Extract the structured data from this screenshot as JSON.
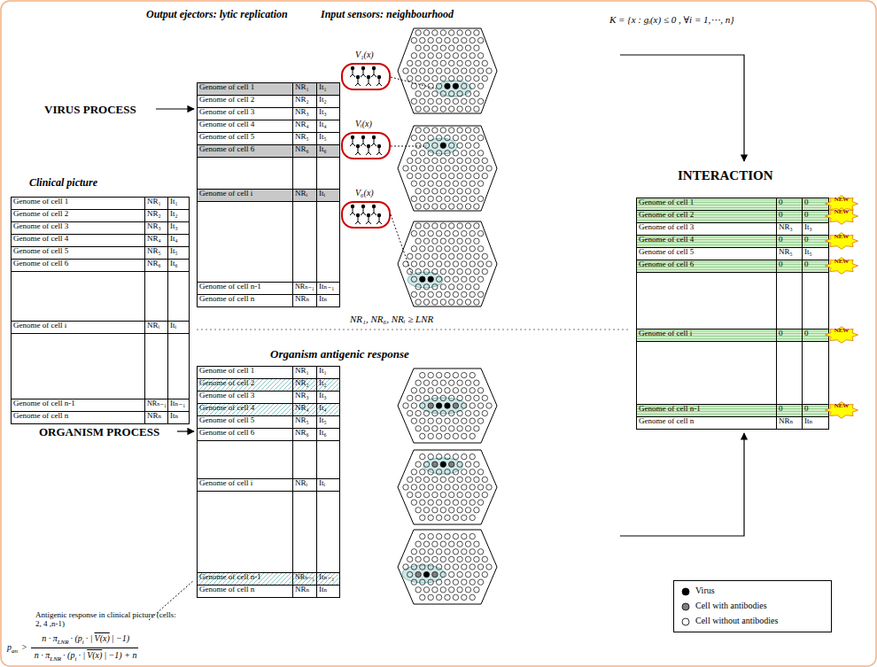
{
  "diagram": {
    "nodes": [
      {
        "text": [
          "Clinical picture"
        ]
      },
      {
        "text": [
          "Output ejectors: lytic replication"
        ]
      },
      {
        "text": [
          "INTERACTION"
        ]
      },
      {
        "text": [
          "Organism antigenic response"
        ]
      },
      {
        "text": [
          "NEW"
        ]
      },
      {
        "text": [
          "NEW"
        ]
      },
      {
        "text": [
          "NEW"
        ]
      },
      {
        "text": [
          "NEW"
        ]
      },
      {
        "text": [
          "NEW"
        ]
      },
      {
        "text": [
          "NEW"
        ]
      }
    ],
    "labels": [
      "VIRUS PROCESS",
      "ORGANISM PROCESS",
      "Input sensors: neighbourhood",
      "K = {x : gᵢ(x) ≤ 0 , ∀i = 1,⋯, n}",
      "V₁(x)",
      "Vᵢ(x)",
      "V₆(x)",
      "NR₁, NR₆, NRᵢ ≥ LNR",
      "Antigenic response in clinical picture (cells: 2, 4 ,n-1)",
      "p",
      "an",
      ">",
      "n · π",
      "LNR",
      "· (p",
      "i",
      "· |",
      "V(x)",
      "| −1)",
      "n · π",
      "LNR",
      "· (p",
      "i",
      "· |",
      "V(x)",
      "| −1) + n",
      "Genome of cell 1",
      "NR₁",
      "It₁",
      "Genome of cell 2",
      "NR₂",
      "It₂",
      "Genome of cell 3",
      "NR₃",
      "It₃",
      "Genome of cell 4",
      "NR₄",
      "It₄",
      "Genome of cell 5",
      "NR₅",
      "It₅",
      "Genome of cell 6",
      "NR₆",
      "It₆",
      "Genome of cell i",
      "NRᵢ",
      "Itᵢ",
      "Genome of cell n-1",
      "NRₙ₋₁",
      "Itₙ₋₁",
      "Genome of cell n",
      "NRₙ",
      "Itₙ",
      "Genome of cell 1",
      "NR₁",
      "It₁",
      "Genome of cell 2",
      "NR₂",
      "It₂",
      "Genome of cell 3",
      "NR₃",
      "It₃",
      "Genome of cell 4",
      "NR₄",
      "It₄",
      "Genome of cell 5",
      "NR₅",
      "It₅",
      "Genome of cell 6",
      "NR₆",
      "It₆",
      "Genome of cell i",
      "NRᵢ",
      "Itᵢ",
      "Genome of cell n-1",
      "NRₙ₋₁",
      "Itₙ₋₁",
      "Genome of cell n",
      "NRₙ",
      "Itₙ",
      "Genome of cell 1",
      "0",
      "0",
      "Genome of cell 2",
      "0",
      "0",
      "Genome of cell 3",
      "NR₃",
      "It₃",
      "Genome of cell 4",
      "0",
      "0",
      "Genome of cell 5",
      "NR₅",
      "It₅",
      "Genome of cell 6",
      "0",
      "0",
      "Genome of cell i",
      "0",
      "0",
      "Genome of cell n-1",
      "0",
      "0",
      "Genome of cell n",
      "NRₙ",
      "Itₙ",
      "Genome of cell 1",
      "NR₁",
      "It₁",
      "Genome of cell 2",
      "NR₂",
      "It₂",
      "Genome of cell 3",
      "NR₃",
      "It₃",
      "Genome of cell 4",
      "NR₄",
      "It₄",
      "Genome of cell 5",
      "NR₅",
      "It₅",
      "Genome of cell 6",
      "NR₆",
      "It₆",
      "Genome of cell i",
      "NRᵢ",
      "Itᵢ",
      "Genome of cell n-1",
      "NRₙ₋₁",
      "Itₙ₋₁",
      "Genome of cell n",
      "NRₙ",
      "Itₙ"
    ],
    "legend": [
      {
        "text": "Virus",
        "color": "#000000"
      },
      {
        "text": "Cell with antibodies",
        "color": "#808080"
      },
      {
        "text": "Cell without antibodies",
        "color": "#ffffff"
      }
    ]
  }
}
